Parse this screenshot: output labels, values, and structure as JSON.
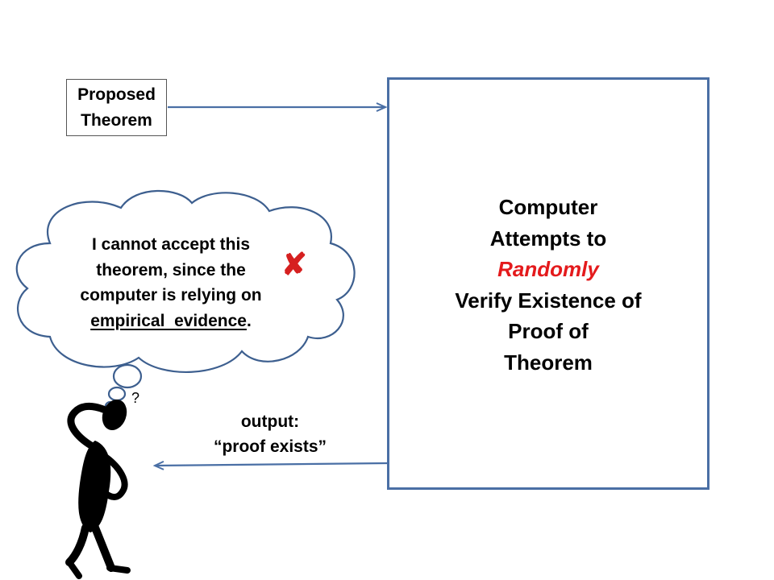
{
  "proposed": {
    "line1": "Proposed",
    "line2": "Theorem"
  },
  "computer": {
    "line1": "Computer",
    "line2": "Attempts to",
    "line3": "Randomly",
    "line4": "Verify Existence of",
    "line5": "Proof of",
    "line6": "Theorem"
  },
  "thought": {
    "line1": "I cannot accept this",
    "line2": "theorem, since the",
    "line3": "computer is relying on",
    "line4_underlined": "empirical  evidence",
    "line4_end": "."
  },
  "output": {
    "line1": "output:",
    "line2": "“proof exists”"
  },
  "marks": {
    "cross": "✘",
    "question": "?"
  },
  "colors": {
    "arrow": "#4a6fa5",
    "box_border": "#4a6fa5",
    "cloud_border": "#3d5f8f",
    "emphasis_red": "#e41a1c",
    "cross_red": "#d62020",
    "figure": "#000000"
  },
  "icons": {
    "figure": "confused-person-icon",
    "cloud": "thought-cloud-icon"
  }
}
